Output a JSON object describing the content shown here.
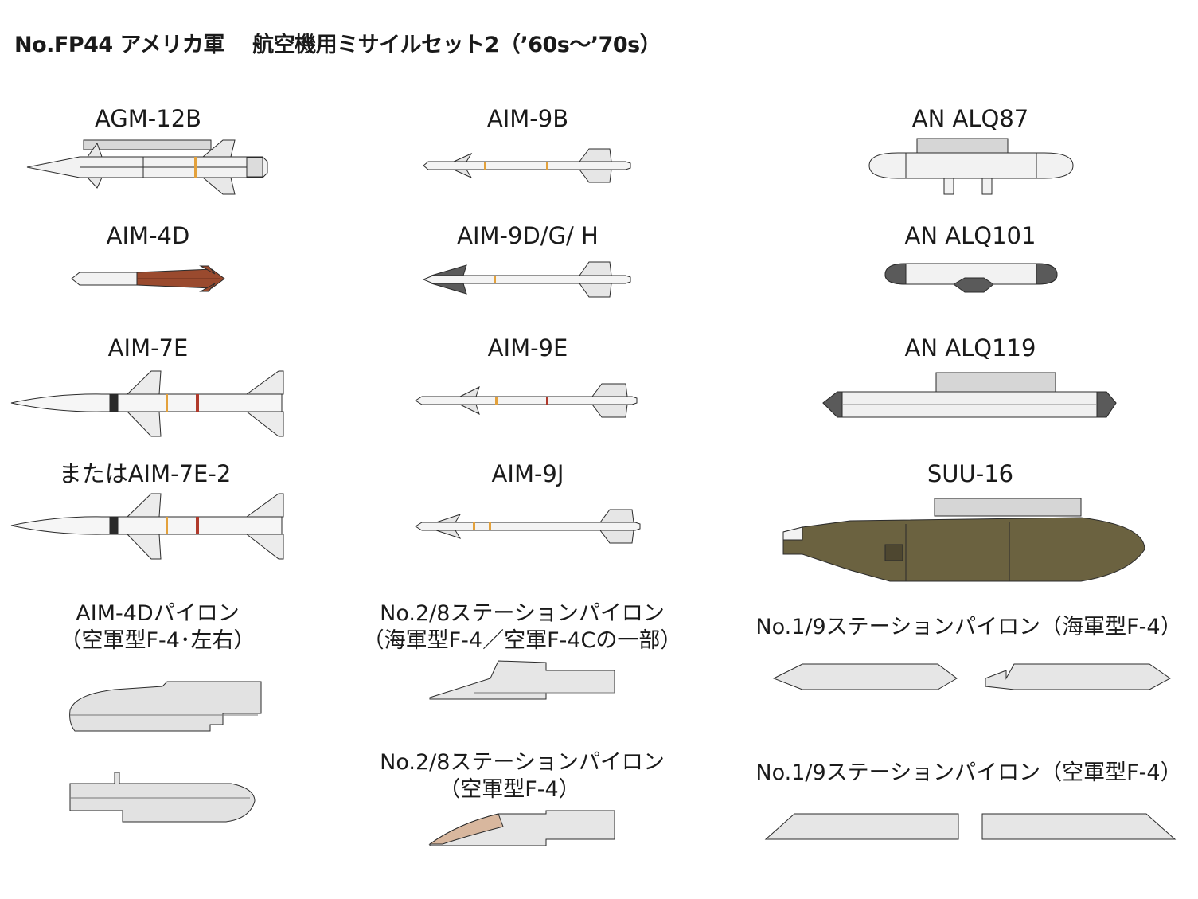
{
  "title": "No.FP44 アメリカ軍　 航空機用ミサイルセット2（’60s〜’70s）",
  "colors": {
    "stroke": "#2b2b2b",
    "gray_light": "#e8e8e8",
    "gray_mid": "#c9c9c9",
    "gray_dark": "#5a5a5a",
    "rust": "#9a4a2e",
    "olive": "#6b6240",
    "orange_band": "#e3a13b",
    "red_band": "#b0392b"
  },
  "items": {
    "agm12b": "AGM-12B",
    "aim9b": "AIM-9B",
    "alq87": "AN ALQ87",
    "aim4d": "AIM-4D",
    "aim9dgh": "AIM-9D/G/ H",
    "alq101": "AN ALQ101",
    "aim7e": "AIM-7E",
    "aim9e": "AIM-9E",
    "alq119": "AN ALQ119",
    "aim7e2": "またはAIM-7E-2",
    "aim9j": "AIM-9J",
    "suu16": "SUU-16",
    "pylon_aim4d_l1": "AIM-4Dパイロン",
    "pylon_aim4d_l2": "（空軍型F-4･左右）",
    "pylon_28navy_l1": "No.2/8ステーションパイロン",
    "pylon_28navy_l2": "（海軍型F-4／空軍F-4Cの一部）",
    "pylon_19navy": "No.1/9ステーションパイロン（海軍型F-4）",
    "pylon_28af_l1": "No.2/8ステーションパイロン",
    "pylon_28af_l2": "（空軍型F-4）",
    "pylon_19af": "No.1/9ステーションパイロン（空軍型F-4）"
  }
}
